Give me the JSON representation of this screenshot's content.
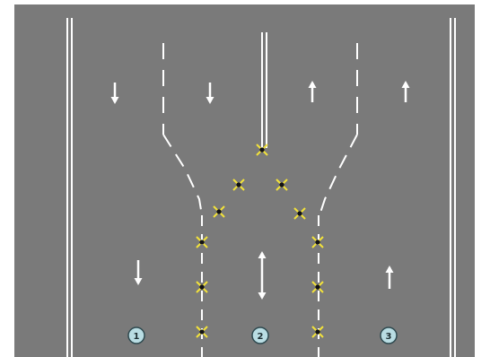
{
  "colors": {
    "road": "#7a7a7a",
    "markings": "#ffffff",
    "light_ring": "#f2e23a",
    "light_dot": "#111111",
    "badge_fill": "#b9dde3",
    "badge_stroke": "#2f4a50",
    "badge_text": "#1e2f33"
  },
  "lanes": [
    {
      "number": "1",
      "direction": "down"
    },
    {
      "number": "2",
      "direction": "bidirectional"
    },
    {
      "number": "3",
      "direction": "up"
    }
  ],
  "top_lanes": [
    {
      "direction": "down"
    },
    {
      "direction": "down"
    },
    {
      "direction": "up"
    },
    {
      "direction": "up"
    }
  ],
  "icons": {
    "arrow": "arrow-icon",
    "light": "traffic-light-marker-icon",
    "badge": "lane-number-badge"
  }
}
